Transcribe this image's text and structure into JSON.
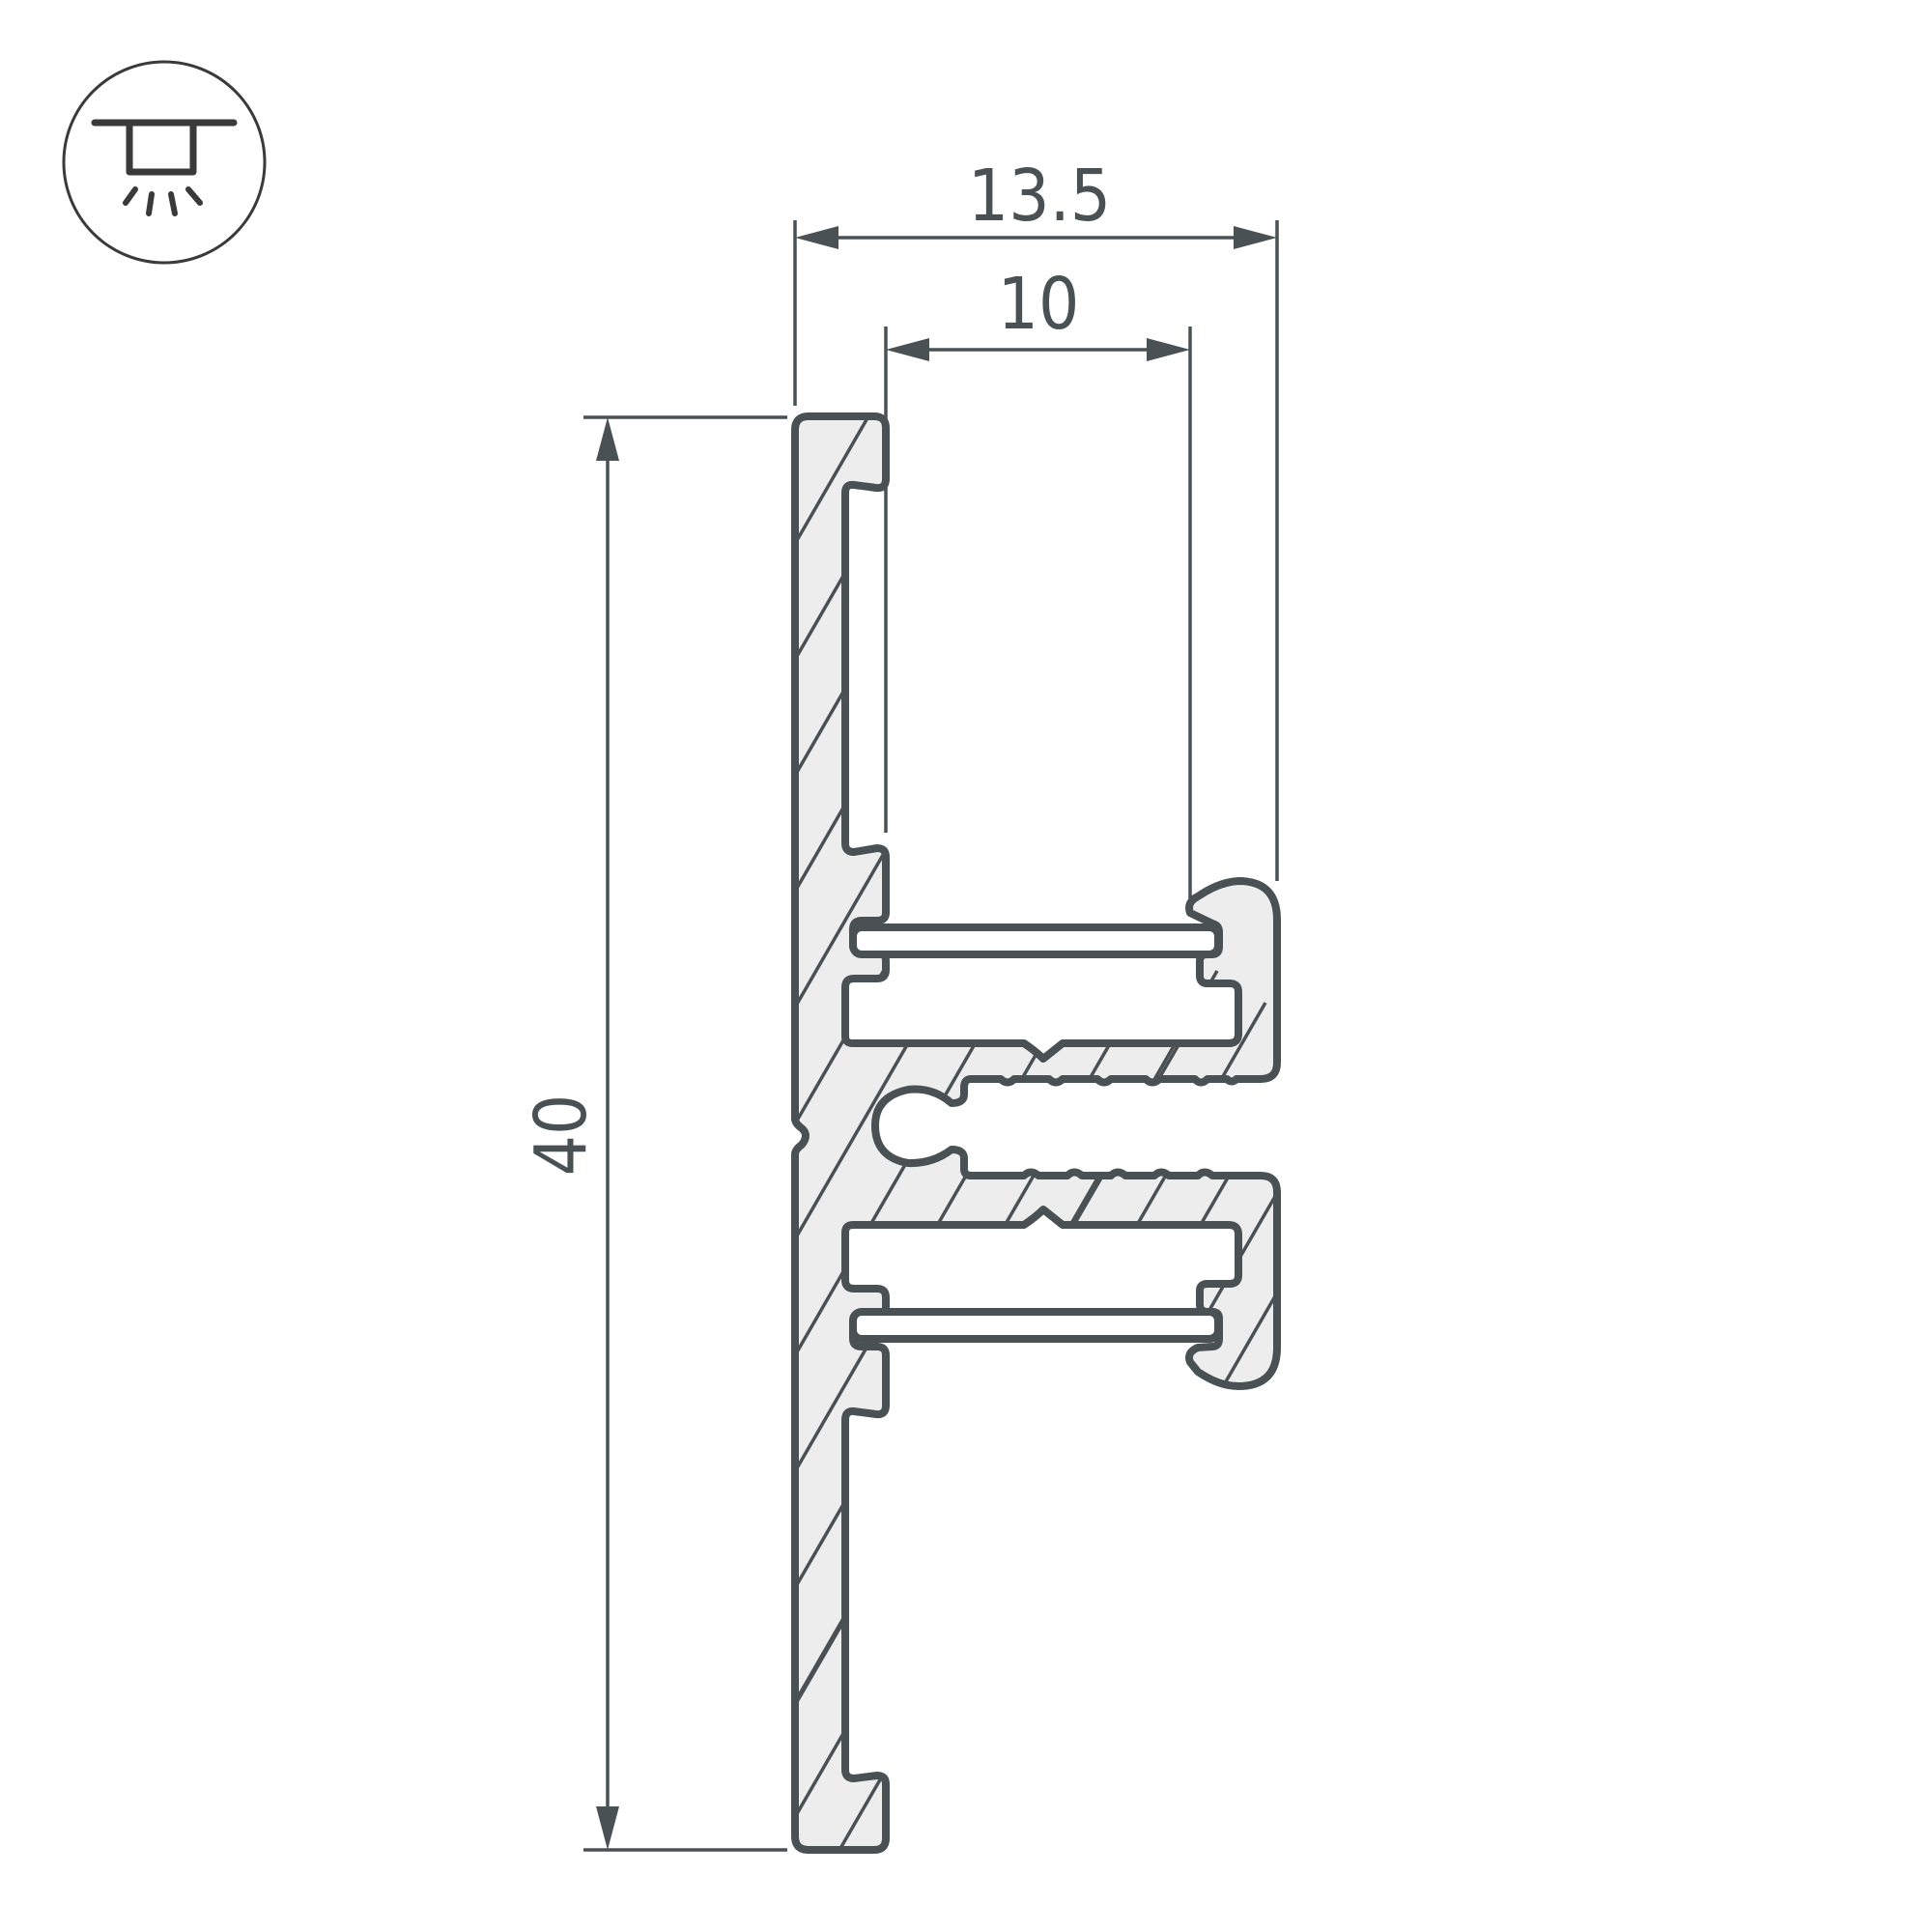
{
  "drawing": {
    "type": "technical cross-section drawing",
    "subject": "aluminum profile cross-section",
    "units": "mm",
    "icon": {
      "name": "ceiling-mounted-light-icon",
      "description": "mounting type icon: fixture recessed under ceiling line with light rays"
    },
    "dimensions": {
      "overall_width": {
        "label": "13.5",
        "orientation": "horizontal"
      },
      "inner_width": {
        "label": "10",
        "orientation": "horizontal"
      },
      "overall_height": {
        "label": "40",
        "orientation": "vertical"
      }
    },
    "colors": {
      "line": "#495155",
      "fill": "#ededed",
      "background": "#ffffff",
      "text": "#4a5155"
    }
  }
}
